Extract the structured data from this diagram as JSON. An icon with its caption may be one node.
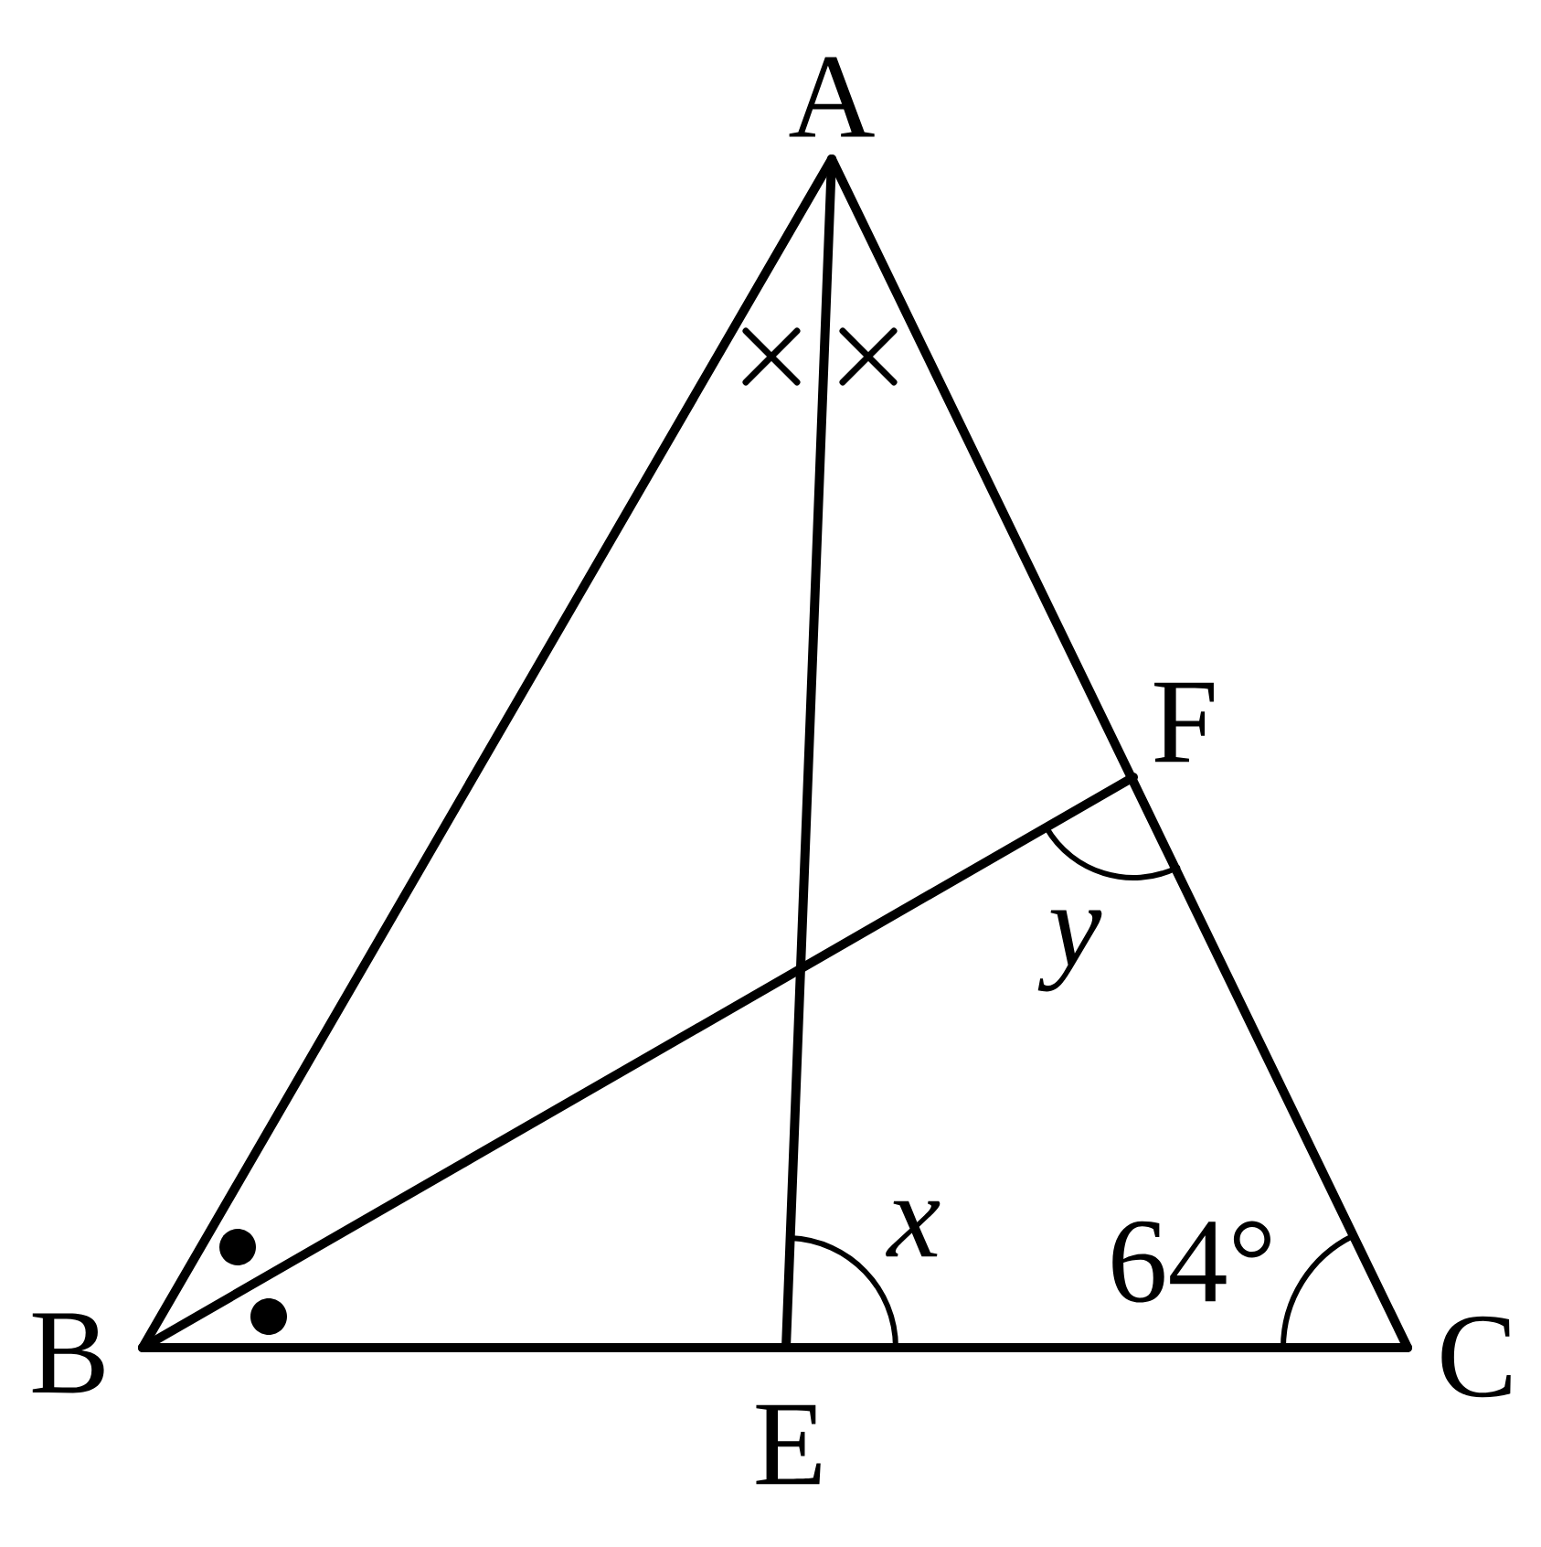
{
  "diagram": {
    "nodes": [
      {
        "text": [
          "A"
        ]
      },
      {
        "text": [
          "B"
        ]
      },
      {
        "text": [
          "C"
        ]
      },
      {
        "text": [
          "E"
        ]
      },
      {
        "text": [
          "F"
        ]
      }
    ],
    "edges": [
      {
        "from": 0,
        "to": 1,
        "arrow": "none"
      },
      {
        "from": 0,
        "to": 2,
        "arrow": "none"
      },
      {
        "from": 1,
        "to": 2,
        "arrow": "none"
      },
      {
        "from": 0,
        "to": 3,
        "arrow": "none"
      },
      {
        "from": 1,
        "to": 4,
        "arrow": "none"
      }
    ],
    "labels": [
      "y",
      "x",
      "64°"
    ]
  }
}
